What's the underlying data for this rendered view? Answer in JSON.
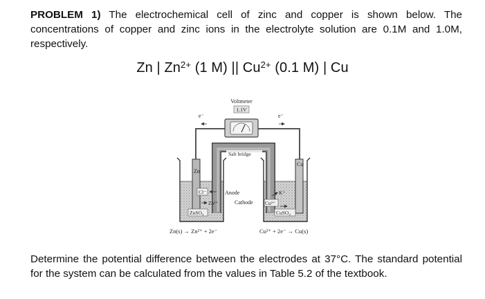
{
  "problem": {
    "label": "PROBLEM 1)",
    "text": " The electrochemical cell of zinc and copper is shown below. The concentrations of copper and zinc ions in the electrolyte solution are 0.1M and 1.0M, respectively."
  },
  "notation": {
    "zn": "Zn | Zn",
    "zn_charge": "2+",
    "zn_conc": " (1 M) || Cu",
    "cu_charge": "2+",
    "cu_conc": " (0.1 M) | Cu"
  },
  "diagram": {
    "voltmeter_label": "Voltmeter",
    "voltmeter_reading": "1.1V",
    "electron_left": "e⁻",
    "electron_right": "e⁻",
    "salt_bridge": "Salt bridge",
    "zn_electrode": "Zn",
    "cu_electrode": "Cu",
    "chloride_ion": "Cl⁻",
    "zinc_ion": "Zn²⁺",
    "anode": "Anode",
    "cathode": "Cathode",
    "potassium_ion": "K⁺",
    "copper_ion": "Cu²⁺",
    "left_solution": "ZnSO₄",
    "right_solution": "CuSO₄",
    "left_reaction": "Zn(s) → Zn²⁺ + 2e⁻",
    "right_reaction": "Cu²⁺ + 2e⁻ → Cu(s)"
  },
  "question": {
    "text": "Determine the potential difference between the electrodes at 37°C. The standard potential for the system can be calculated from the values in Table 5.2 of the textbook."
  }
}
